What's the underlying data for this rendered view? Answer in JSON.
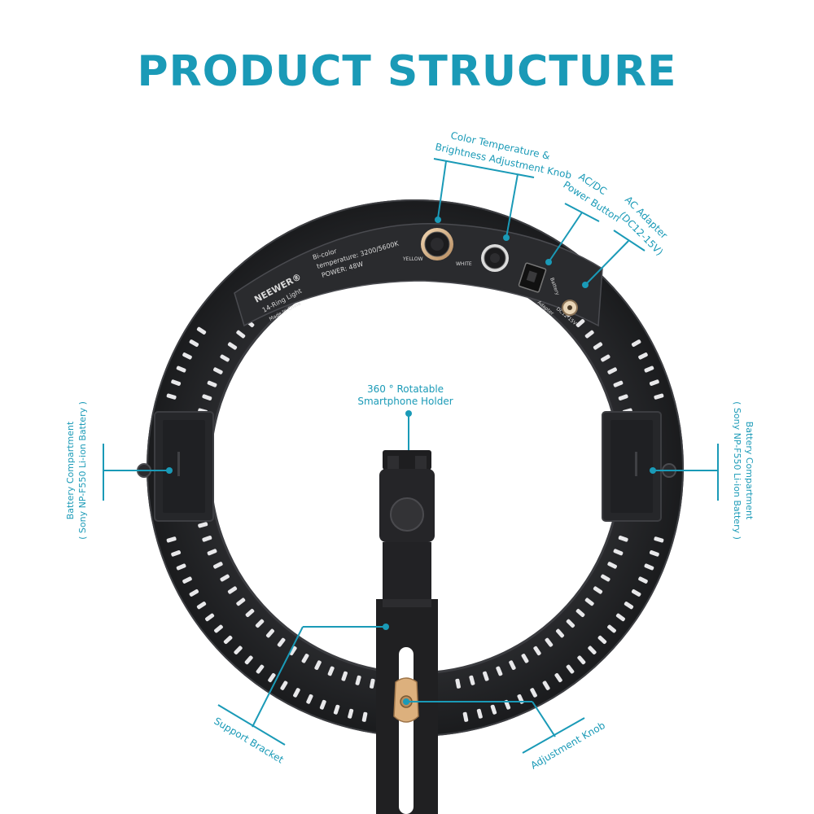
{
  "title": "PRODUCT STRUCTURE",
  "accent_color": "#1a9ab7",
  "product": {
    "brand": "NEEWER®",
    "model": "14-Ring Light",
    "origin": "Made In China",
    "spec_line1": "Bi-color",
    "spec_line2": "temperature: 3200/5600K",
    "spec_line3": "POWER: 48W",
    "knob_label_yellow": "YELLOW",
    "knob_label_white": "WHITE",
    "switch_label_battery": "Battery",
    "switch_label_adapter": "Adapter",
    "port_label": "DC12-15V"
  },
  "callouts": {
    "color_temp_knob": {
      "line1": "Color Temperature &",
      "line2": "Brightness Adjustment Knob"
    },
    "power_button": {
      "line1": "AC/DC",
      "line2": "Power Button"
    },
    "ac_adapter": {
      "line1": "AC Adapter",
      "line2": "(DC12-15V)"
    },
    "phone_holder": {
      "line1": "360 ° Rotatable",
      "line2": "Smartphone Holder"
    },
    "battery_left": {
      "line1": "Battery Compartment",
      "line2": "( Sony NP-F550 Li-ion Battery )"
    },
    "battery_right": {
      "line1": "Battery Compartment",
      "line2": "( Sony NP-F550 Li-ion Battery )"
    },
    "support_bracket": {
      "line1": "Support Bracket"
    },
    "adjustment_knob": {
      "line1": "Adjustment Knob"
    }
  }
}
